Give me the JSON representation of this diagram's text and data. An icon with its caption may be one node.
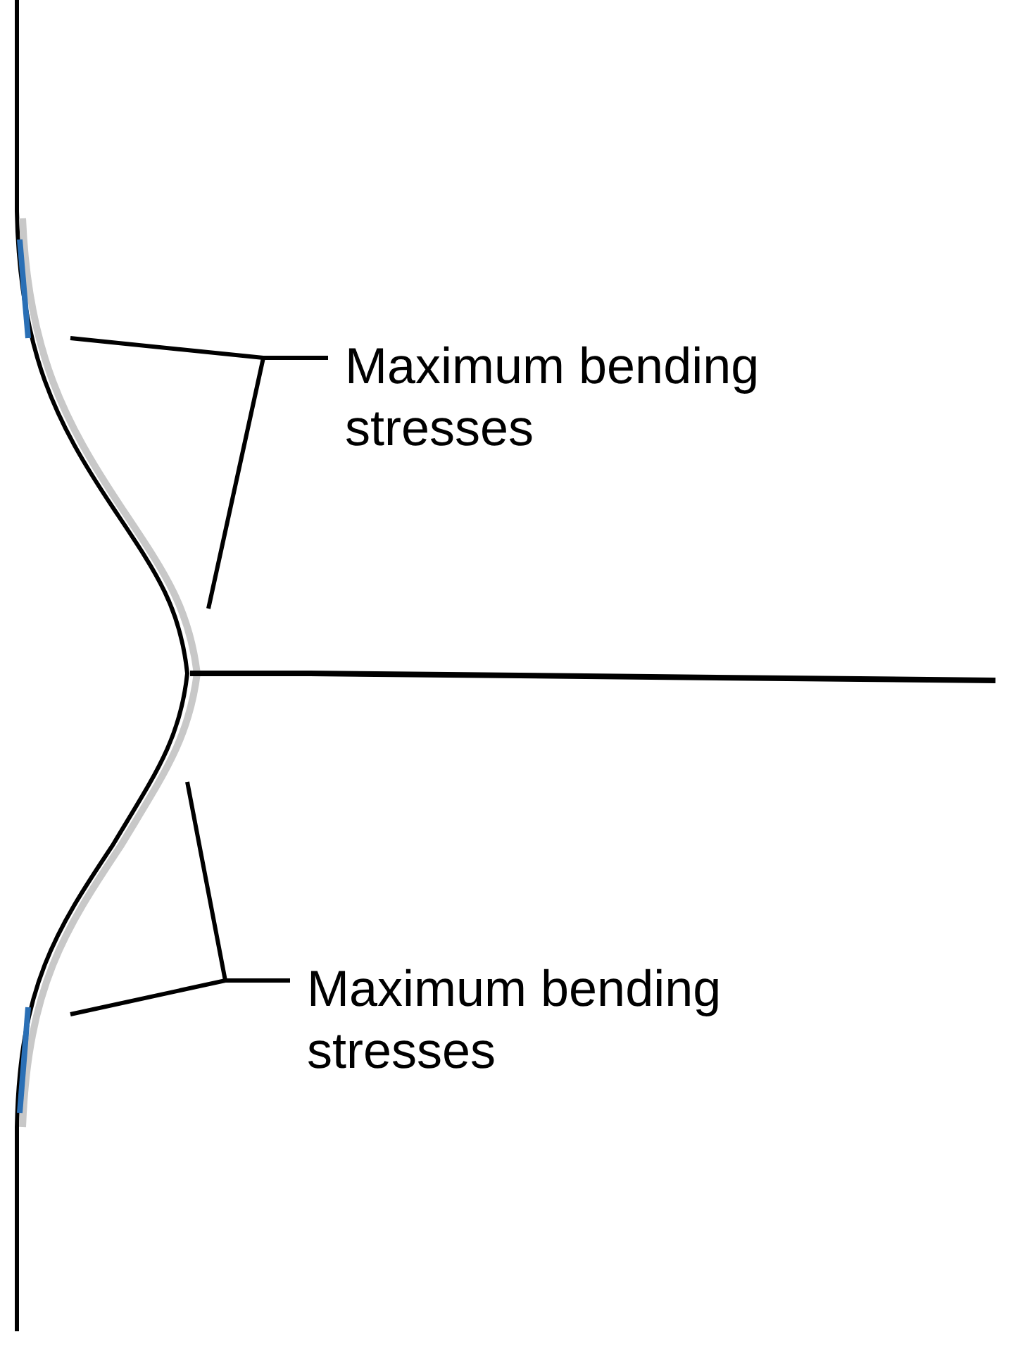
{
  "diagram": {
    "nodes": [
      {
        "text": [
          "Maximum bending stresses"
        ]
      },
      {
        "text": [
          "Maximum bending stresses"
        ]
      }
    ],
    "edges": [
      {
        "from": 0,
        "to": null,
        "arrow": "none"
      },
      {
        "from": 0,
        "to": null,
        "arrow": "none"
      },
      {
        "from": 1,
        "to": null,
        "arrow": "none"
      },
      {
        "from": 1,
        "to": null,
        "arrow": "none"
      }
    ]
  }
}
